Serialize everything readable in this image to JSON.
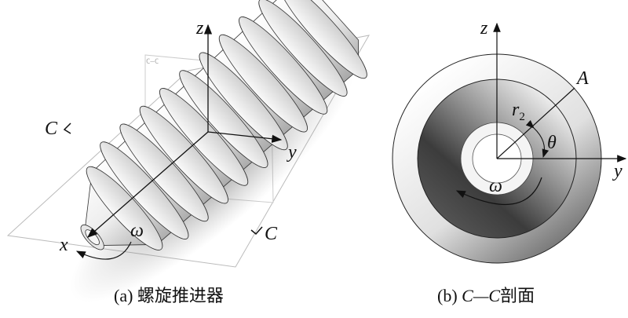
{
  "panel_a": {
    "caption": "(a) 螺旋推进器",
    "axis_z": "z",
    "axis_y": "y",
    "axis_x": "x",
    "omega": "ω",
    "section_mark_left": "C",
    "section_mark_right": "C",
    "plane_label": "C—C"
  },
  "panel_b": {
    "caption_prefix": "(b) ",
    "caption_section": "C—C",
    "caption_suffix": "剖面",
    "axis_z": "z",
    "axis_y": "y",
    "point": "A",
    "radius": "r",
    "radius_sub": "2",
    "angle": "θ",
    "omega": "ω"
  },
  "colors": {
    "line": "#111111",
    "ring_dark": "#3a3a3a",
    "ring_light": "#f2f2f2"
  }
}
